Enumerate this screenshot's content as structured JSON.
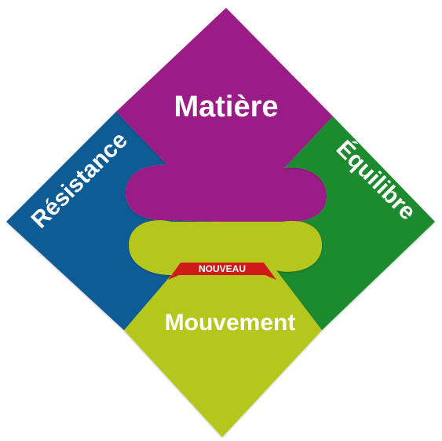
{
  "pieces": {
    "top": {
      "label": "Matière",
      "color": "#9c1a87"
    },
    "left": {
      "label": "Résistance",
      "color": "#0f5c96"
    },
    "right": {
      "label": "Équilibre",
      "color": "#1d8a2f"
    },
    "bottom": {
      "label": "Mouvement",
      "color": "#b5c71a"
    }
  },
  "badge": {
    "text": "NOUVEAU",
    "color": "#d01a1a"
  }
}
